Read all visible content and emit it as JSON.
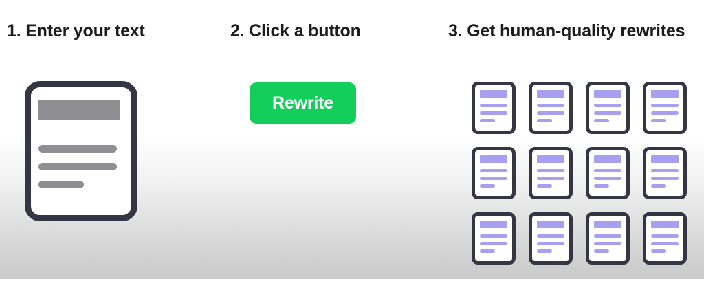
{
  "background": {
    "top_color": "#ffffff",
    "bottom_color": "#cbcbcb"
  },
  "steps": [
    {
      "id": "enter-text",
      "title": "1. Enter your text",
      "visual": "document-icon",
      "accent_color": "#8e8e93",
      "outline_color": "#343643",
      "lines": 3
    },
    {
      "id": "click-button",
      "title": "2. Click a button",
      "visual": "rewrite-button",
      "button_label": "Rewrite",
      "button_color": "#14ce5c",
      "button_text_color": "#ffffff"
    },
    {
      "id": "get-rewrites",
      "title": "3. Get human-quality rewrites",
      "visual": "document-card-grid",
      "accent_color": "#a79ff0",
      "outline_color": "#343643",
      "grid_columns": 4,
      "grid_rows": 3,
      "card_count": 12
    }
  ],
  "cards": [
    {
      "name": "rewrite-card-1"
    },
    {
      "name": "rewrite-card-2"
    },
    {
      "name": "rewrite-card-3"
    },
    {
      "name": "rewrite-card-4"
    },
    {
      "name": "rewrite-card-5"
    },
    {
      "name": "rewrite-card-6"
    },
    {
      "name": "rewrite-card-7"
    },
    {
      "name": "rewrite-card-8"
    },
    {
      "name": "rewrite-card-9"
    },
    {
      "name": "rewrite-card-10"
    },
    {
      "name": "rewrite-card-11"
    },
    {
      "name": "rewrite-card-12"
    }
  ]
}
